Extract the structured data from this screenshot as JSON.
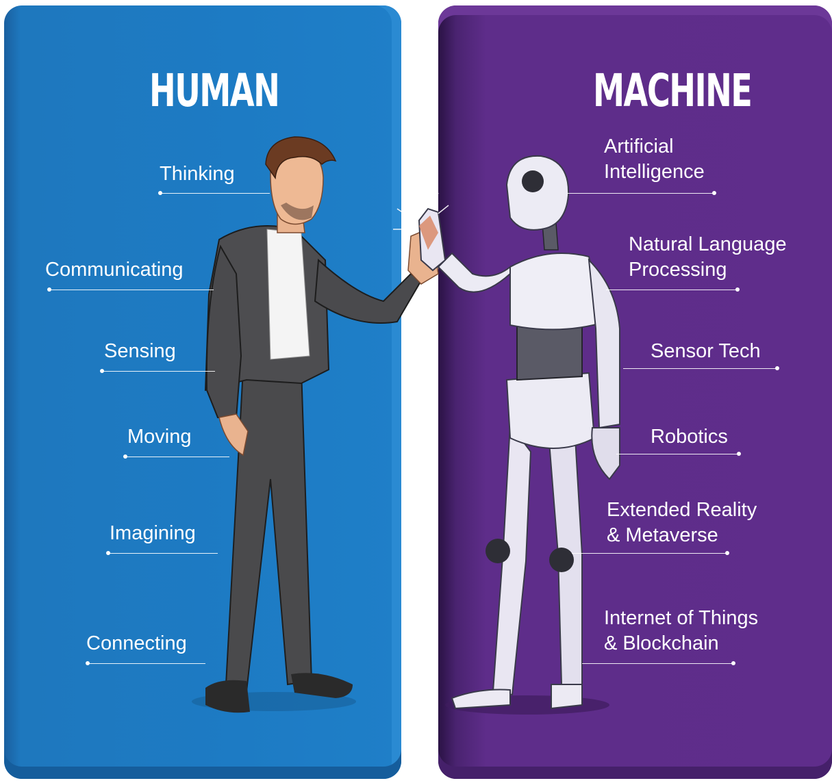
{
  "human": {
    "title": "HUMAN",
    "items": [
      "Thinking",
      "Communicating",
      "Sensing",
      "Moving",
      "Imagining",
      "Connecting"
    ]
  },
  "machine": {
    "title": "MACHINE",
    "items": [
      "Artificial\nIntelligence",
      "Natural Language\nProcessing",
      "Sensor Tech",
      "Robotics",
      "Extended Reality\n& Metaverse",
      "Internet of Things\n& Blockchain"
    ]
  },
  "colors": {
    "human_panel": "#1e78be",
    "machine_panel": "#5f2d8b",
    "text": "#ffffff"
  },
  "illustrations": [
    "businessman-in-suit",
    "humanoid-robot",
    "high-five"
  ]
}
